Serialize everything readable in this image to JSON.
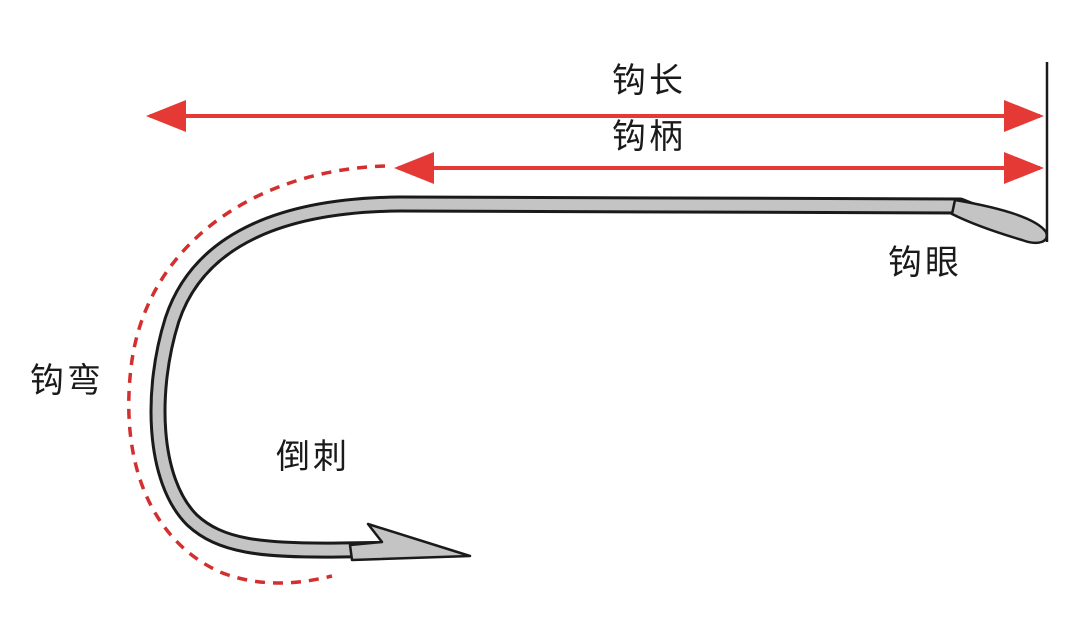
{
  "labels": {
    "hook_length": "钩长",
    "shank": "钩柄",
    "eye": "钩眼",
    "bend": "钩弯",
    "barb": "倒刺"
  },
  "colors": {
    "arrow": "#e53935",
    "dash": "#d32f2f",
    "hook_fill": "#c4c4c4",
    "hook_outline": "#1a1a1a",
    "text": "#1a1a1a"
  }
}
